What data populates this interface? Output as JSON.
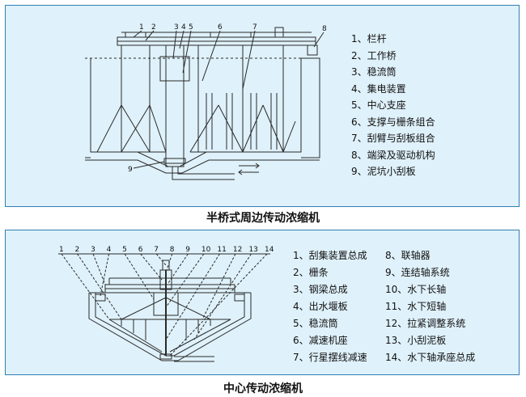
{
  "top": {
    "caption": "半桥式周边传动浓缩机",
    "callouts": [
      "1",
      "2",
      "3",
      "4",
      "5",
      "6",
      "7",
      "8",
      "9"
    ],
    "legend": [
      "1、栏杆",
      "2、工作桥",
      "3、稳流筒",
      "4、集电装置",
      "5、中心支座",
      "6、支撑与栅条组合",
      "7、刮臂与刮板组合",
      "8、端梁及驱动机构",
      "9、泥坑小刮板"
    ]
  },
  "bottom": {
    "caption": "中心传动浓缩机",
    "callouts": [
      "1",
      "2",
      "3",
      "4",
      "5",
      "6",
      "7",
      "8",
      "9",
      "10",
      "11",
      "12",
      "13",
      "14"
    ],
    "legend_left": [
      "1、刮集装置总成",
      "2、栅条",
      "3、钢梁总成",
      "4、出水堰板",
      "5、稳流筒",
      "6、减速机座",
      "7、行星摆线减速"
    ],
    "legend_right": [
      "8、联轴器",
      "9、连结轴系统",
      "10、水下长轴",
      "11、水下短轴",
      "12、拉紧调整系统",
      "13、小刮泥板",
      "14、水下轴承座总成"
    ]
  },
  "colors": {
    "panel_bg": "#dff1fa",
    "panel_border": "#2f7fb3",
    "line": "#2a2a2a"
  }
}
